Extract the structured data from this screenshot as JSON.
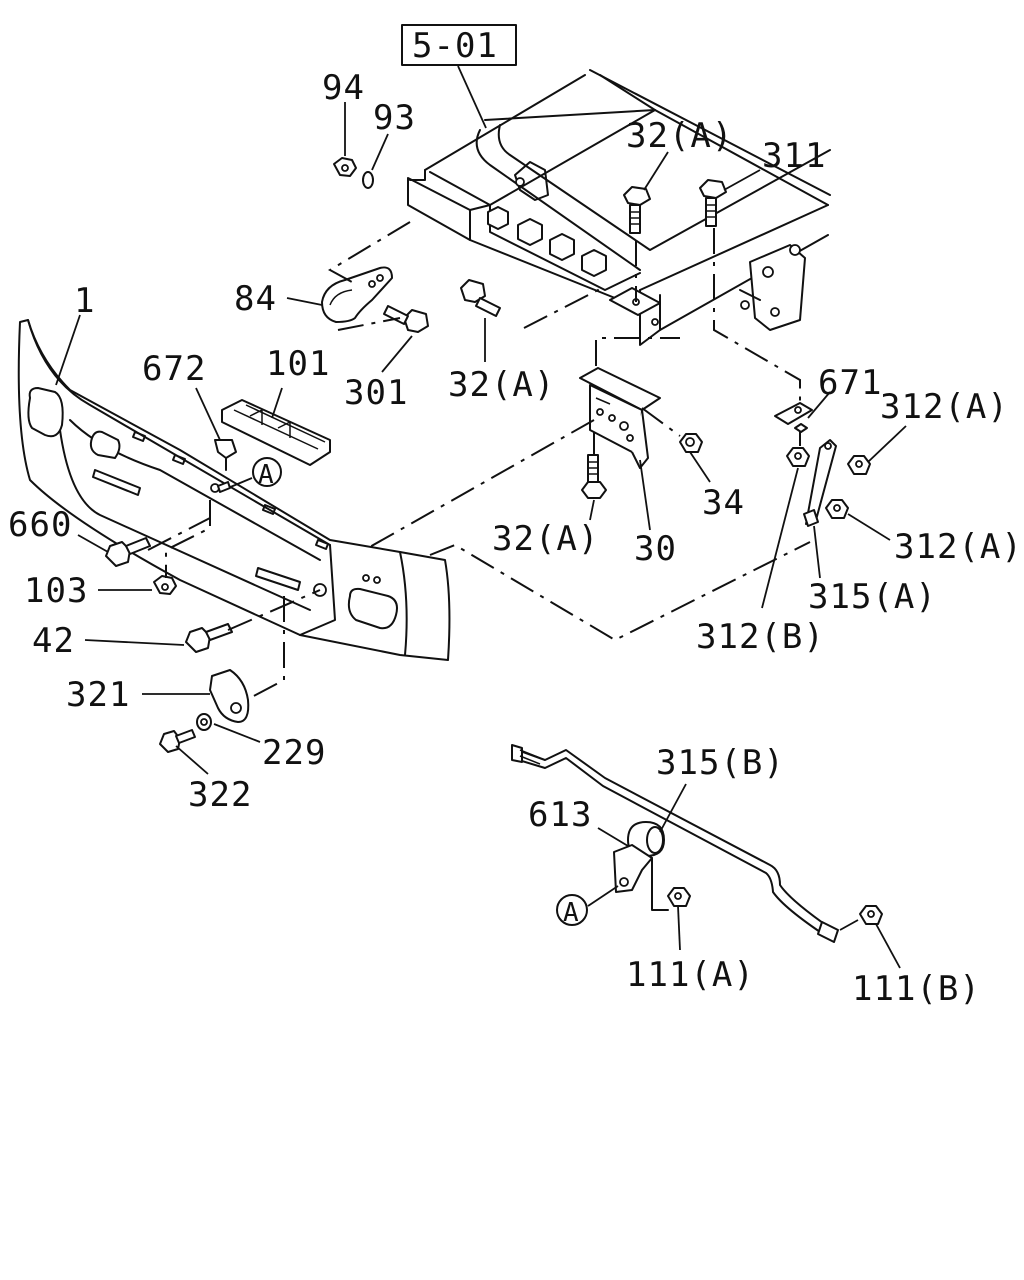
{
  "reference_box": "5-01",
  "callout_marker": "A",
  "labels": {
    "p94": "94",
    "p93": "93",
    "p32a_top": "32(A)",
    "p311": "311",
    "p84": "84",
    "p1": "1",
    "p672": "672",
    "p101": "101",
    "p301": "301",
    "p32a_mid": "32(A)",
    "p671": "671",
    "p312a_1": "312(A)",
    "p34": "34",
    "p660": "660",
    "p32a_low": "32(A)",
    "p30": "30",
    "p312a_2": "312(A)",
    "p103": "103",
    "p315a": "315(A)",
    "p42": "42",
    "p312b": "312(B)",
    "p321": "321",
    "p229": "229",
    "p322": "322",
    "p315b": "315(B)",
    "p613": "613",
    "p111a": "111(A)",
    "p111b": "111(B)"
  }
}
